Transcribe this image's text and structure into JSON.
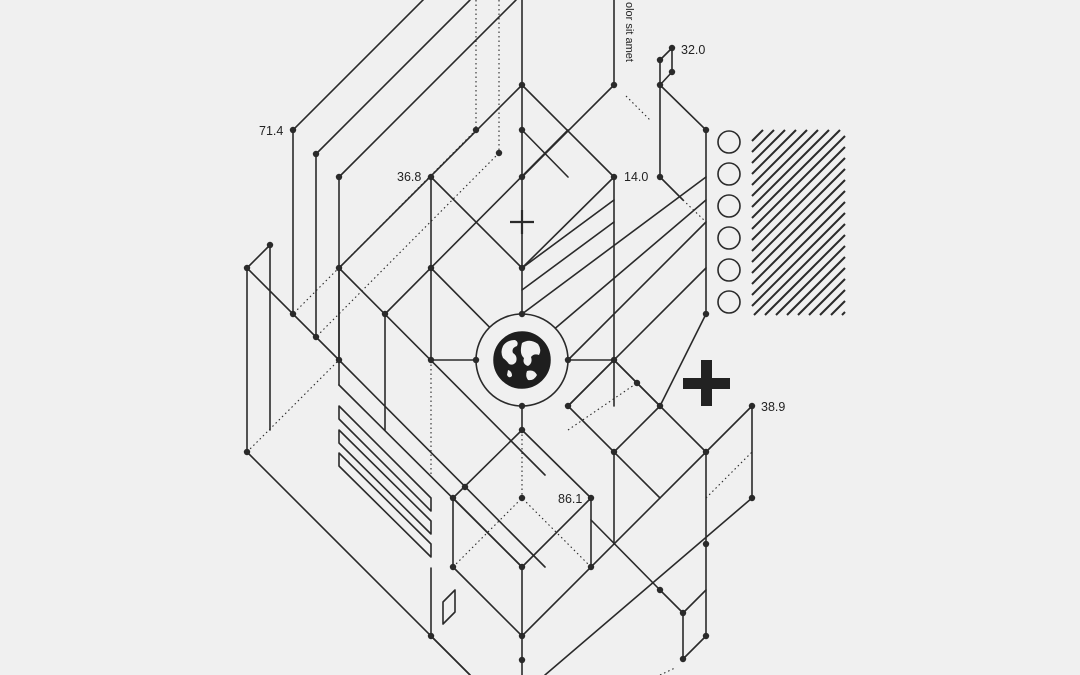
{
  "labels": {
    "v1": "71.4",
    "v2": "36.8",
    "v3": "14.0",
    "v4": "32.0",
    "v5": "38.9",
    "v6": "86.1",
    "vertical_text": "olor sit amet"
  },
  "colors": {
    "background": "#f0f0f0",
    "ink": "#2a2a2a"
  },
  "icons": {
    "center": "globe-icon",
    "plus_outline": "plus-icon",
    "plus_bold": "plus-bold-icon"
  }
}
